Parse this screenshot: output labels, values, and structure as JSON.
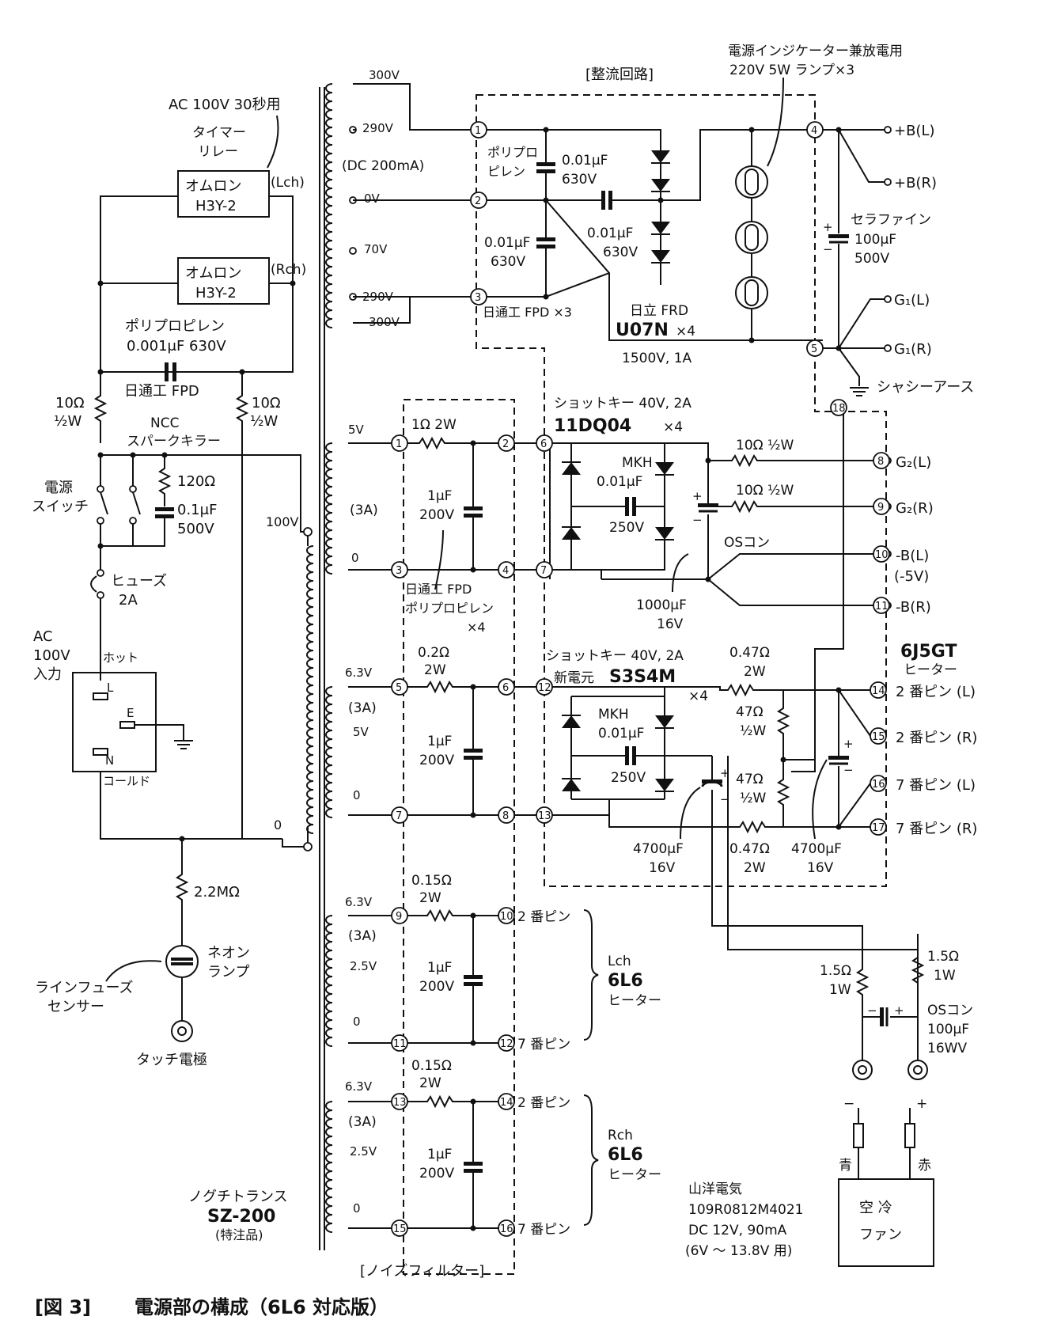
{
  "caption": {
    "fig": "[図 3]",
    "title": "電源部の構成（6L6 対応版）"
  },
  "left": {
    "timer_note": "AC 100V 30秒用",
    "timer_relay": [
      "タイマー",
      "リレー"
    ],
    "relay1": {
      "name": "オムロン",
      "model": "H3Y-2",
      "ch": "(Lch)"
    },
    "relay2": {
      "name": "オムロン",
      "model": "H3Y-2",
      "ch": "(Rch)"
    },
    "polyprop": "ポリプロピレン",
    "cap_0001": "0.001μF 630V",
    "fpd": "日通工 FPD",
    "r10_left": [
      "10Ω",
      "½W"
    ],
    "r10_right": [
      "10Ω",
      "½W"
    ],
    "ncc": [
      "NCC",
      "スパークキラー"
    ],
    "power_switch": [
      "電源",
      "スイッチ"
    ],
    "snubber_r": "120Ω",
    "snubber_c": [
      "0.1μF",
      "500V"
    ],
    "fuse": [
      "ヒューズ",
      "2A"
    ],
    "ac_in": [
      "AC",
      "100V",
      "入力"
    ],
    "hot": "ホット",
    "cold": "コールド",
    "pin_L": "L",
    "pin_E": "E",
    "pin_N": "N",
    "r_neon": "2.2MΩ",
    "neon": [
      "ネオン",
      "ランプ"
    ],
    "line_sensor": [
      "ラインフューズ",
      "センサー"
    ],
    "touch": "タッチ電極",
    "tap_100": "100V",
    "tap_0": "0"
  },
  "transformer": {
    "maker": "ノグチトランス",
    "model": "SZ-200",
    "note": "(特注品)",
    "hv_taps": [
      "300V",
      "290V",
      "0V",
      "70V",
      "290V",
      "300V"
    ],
    "hv_current": "(DC 200mA)",
    "w1": [
      "5V",
      "(3A)",
      "0"
    ],
    "w2": [
      "6.3V",
      "(3A)",
      "5V",
      "0"
    ],
    "w3": [
      "6.3V",
      "(3A)",
      "2.5V",
      "0"
    ],
    "w4": [
      "6.3V",
      "(3A)",
      "2.5V",
      "0"
    ]
  },
  "noise_filter": {
    "title": "[ノイズフィルター]",
    "r1": "1Ω 2W",
    "c1": [
      "1μF",
      "200V"
    ],
    "fpd_note": [
      "日通工 FPD",
      "ポリプロピレン",
      "×4"
    ],
    "r2": [
      "0.2Ω",
      "2W"
    ],
    "c2": [
      "1μF",
      "200V"
    ],
    "r3": [
      "0.15Ω",
      "2W"
    ],
    "c3": [
      "1μF",
      "200V"
    ],
    "r4": [
      "0.15Ω",
      "2W"
    ],
    "c4": [
      "1μF",
      "200V"
    ],
    "pin2": "2 番ピン",
    "pin7": "7 番ピン",
    "lch": {
      "ch": "Lch",
      "tube": "6L6",
      "label": "ヒーター"
    },
    "rch": {
      "ch": "Rch",
      "tube": "6L6",
      "label": "ヒーター"
    }
  },
  "rectifier": {
    "title": "[整流回路]",
    "pp": [
      "ポリプロ",
      "ピレン"
    ],
    "c_a": [
      "0.01μF",
      "630V"
    ],
    "c_b": [
      "0.01μF",
      "630V"
    ],
    "c_c": [
      "0.01μF",
      "630V"
    ],
    "fpd3": "日通工 FPD ×3",
    "frd": "日立 FRD",
    "diode": "U07N",
    "diode_mult": "×4",
    "diode_rating": "1500V, 1A",
    "lamp_note": [
      "電源インジケーター兼放電用",
      "220V 5W ランプ×3"
    ],
    "cap_main": [
      "セラファイン",
      "100μF",
      "500V"
    ],
    "out_bL": "+B(L)",
    "out_bR": "+B(R)",
    "out_g1L": "G₁(L)",
    "out_g1R": "G₁(R)",
    "chassis": "シャシーアース"
  },
  "bias": {
    "schottky": "ショットキー 40V, 2A",
    "diode": "11DQ04",
    "mult": "×4",
    "mkh": "MKH",
    "c": "0.01μF",
    "v": "250V",
    "r_g2L": "10Ω ½W",
    "r_g2R": "10Ω ½W",
    "os": "OSコン",
    "c_big": [
      "1000μF",
      "16V"
    ],
    "out_g2L": "G₂(L)",
    "out_g2R": "G₂(R)",
    "out_bnL": "-B(L)",
    "out_bn_v": "(-5V)",
    "out_bnR": "-B(R)"
  },
  "heater": {
    "schottky": "ショットキー 40V, 2A",
    "maker": "新電元",
    "diode": "S3S4M",
    "mult": "×4",
    "mkh": "MKH",
    "c": "0.01μF",
    "v": "250V",
    "r_top": [
      "0.47Ω",
      "2W"
    ],
    "r_bot": [
      "0.47Ω",
      "2W"
    ],
    "r_47a": [
      "47Ω",
      "½W"
    ],
    "r_47b": [
      "47Ω",
      "½W"
    ],
    "c1": [
      "4700μF",
      "16V"
    ],
    "c2": [
      "4700μF",
      "16V"
    ],
    "tube": "6J5GT",
    "tube_label": "ヒーター",
    "p1": "2 番ピン (L)",
    "p2": "2 番ピン (R)",
    "p3": "7 番ピン (L)",
    "p4": "7 番ピン (R)"
  },
  "fan": {
    "r1": [
      "1.5Ω",
      "1W"
    ],
    "r2": [
      "1.5Ω",
      "1W"
    ],
    "os": [
      "OSコン",
      "100μF",
      "16WV"
    ],
    "blue": "青",
    "red": "赤",
    "label": [
      "空 冷",
      "ファン"
    ],
    "maker": "山洋電気",
    "model": "109R0812M4021",
    "rating": "DC 12V, 90mA",
    "range": "(6V ～ 13.8V 用)"
  },
  "nodes": [
    "1",
    "2",
    "3",
    "4",
    "5",
    "6",
    "7",
    "8",
    "9",
    "10",
    "11",
    "12",
    "13",
    "14",
    "15",
    "16",
    "17",
    "18"
  ]
}
